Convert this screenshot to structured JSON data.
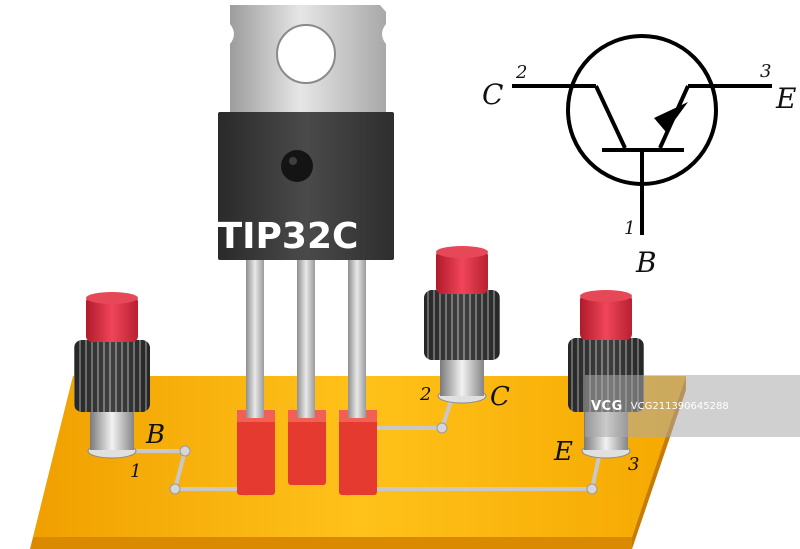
{
  "transistor": {
    "part_number": "TIP32C"
  },
  "symbol": {
    "collector_letter": "C",
    "emitter_letter": "E",
    "base_letter": "B",
    "collector_pin": "2",
    "emitter_pin": "3",
    "base_pin": "1"
  },
  "board_labels": {
    "base_letter": "B",
    "base_pin": "1",
    "collector_letter": "C",
    "collector_pin": "2",
    "emitter_letter": "E",
    "emitter_pin": "3"
  },
  "watermark": {
    "brand": "VCG",
    "id": "VCG211390645288"
  },
  "colors": {
    "board": "#F5A000",
    "pad": "#E53A30",
    "terminal_cap": "#D42A3A",
    "body": "#3A3A3A",
    "heatsink": "#B8B8B8"
  }
}
